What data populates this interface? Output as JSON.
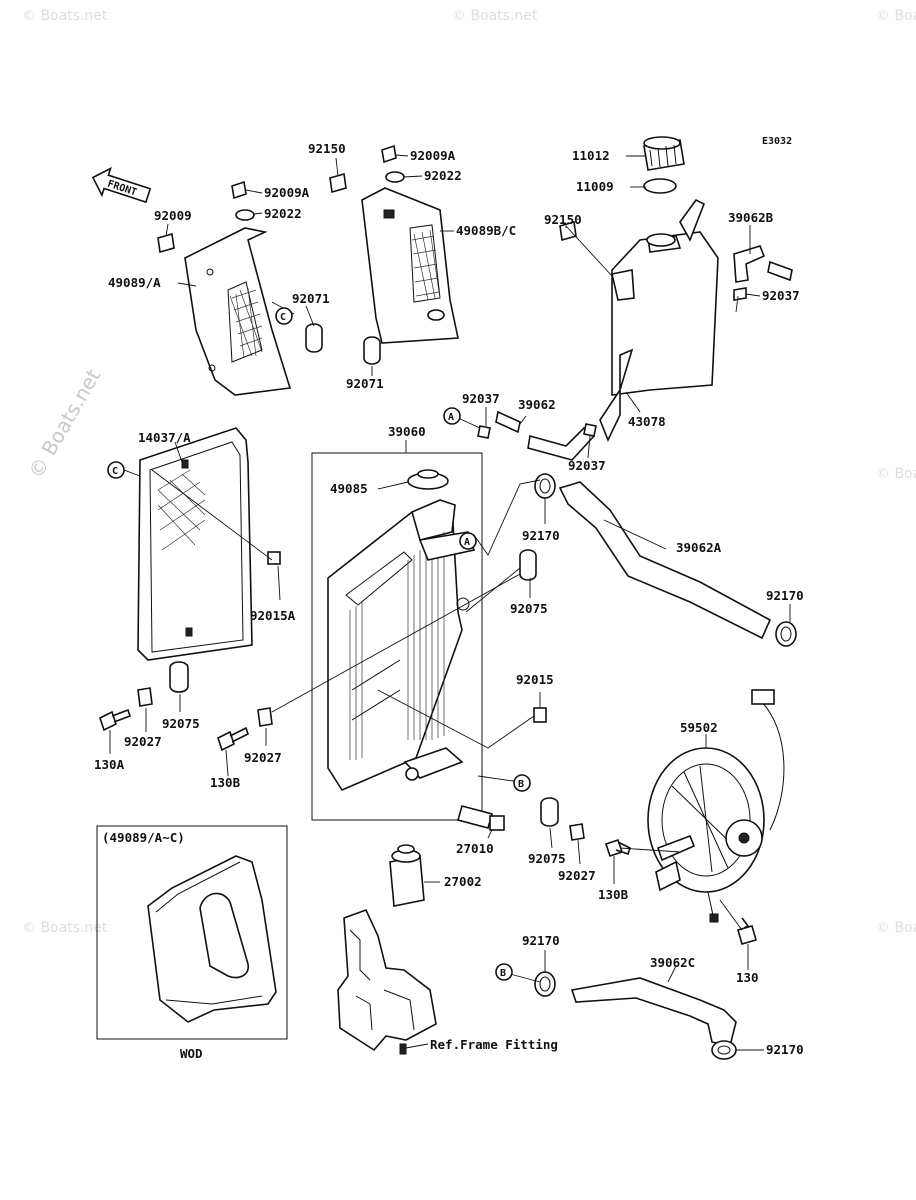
{
  "diagram_code": "E3032",
  "front_label": "FRONT",
  "watermark": "© Boats.net",
  "part_numbers": {
    "p92150_a": "92150",
    "p92009a_a": "92009A",
    "p92009a_b": "92009A",
    "p92022_a": "92022",
    "p92022_b": "92022",
    "p92009": "92009",
    "p49089a": "49089/A",
    "p49089bc": "49089B/C",
    "p92071_a": "92071",
    "p92071_b": "92071",
    "p11012": "11012",
    "p11009": "11009",
    "p92150_b": "92150",
    "p39062b": "39062B",
    "p92037_a": "92037",
    "p92037_b": "92037",
    "p92037_c": "92037",
    "p43078": "43078",
    "p39062": "39062",
    "p14037a": "14037/A",
    "p39060": "39060",
    "p49085": "49085",
    "p92170_a": "92170",
    "p92170_b": "92170",
    "p92170_c": "92170",
    "p92170_d": "92170",
    "p39062a": "39062A",
    "p92015a": "92015A",
    "p92075_a": "92075",
    "p92075_b": "92075",
    "p92075_c": "92075",
    "p92015": "92015",
    "p59502": "59502",
    "p92027_a": "92027",
    "p92027_b": "92027",
    "p92027_c": "92027",
    "p130a": "130A",
    "p130b_a": "130B",
    "p130b_b": "130B",
    "p130": "130",
    "p27010": "27010",
    "p27002": "27002",
    "p39062c": "39062C"
  },
  "callouts": {
    "a": "A",
    "b": "B",
    "c": "C"
  },
  "inset": {
    "heading": "(49089/A~C)",
    "caption": "WOD"
  },
  "ref_note": "Ref.Frame Fitting"
}
